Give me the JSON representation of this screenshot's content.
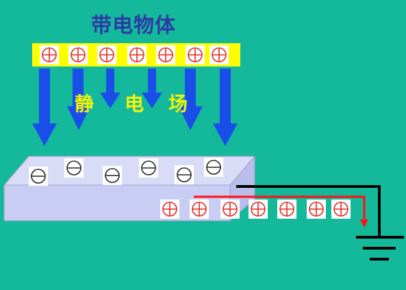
{
  "title": "带电物体",
  "field_label": [
    "静",
    "电",
    "场"
  ],
  "symbols": {
    "positive": "⊕",
    "negative": "⊖"
  },
  "charged_bar": {
    "charges": [
      "+",
      "+",
      "+",
      "+",
      "+",
      "+",
      "+"
    ]
  },
  "slab_top": {
    "charges": [
      "-",
      "-",
      "-",
      "-",
      "-",
      "-"
    ]
  },
  "slab_side": {
    "charges": [
      "+",
      "+",
      "+",
      "+",
      "+",
      "+",
      "+"
    ]
  },
  "colors": {
    "background": "#14b99c",
    "title": "#2e3aa6",
    "bar_fill": "#ffff00",
    "field_arrows": "#1a4ee8",
    "field_label": "#f4f20a",
    "positive_charge": "#e8241c",
    "negative_charge": "#222222",
    "slab_fill": "#c9cdf3",
    "ground_wire": "#000000",
    "current_arrow": "#ff1010"
  }
}
